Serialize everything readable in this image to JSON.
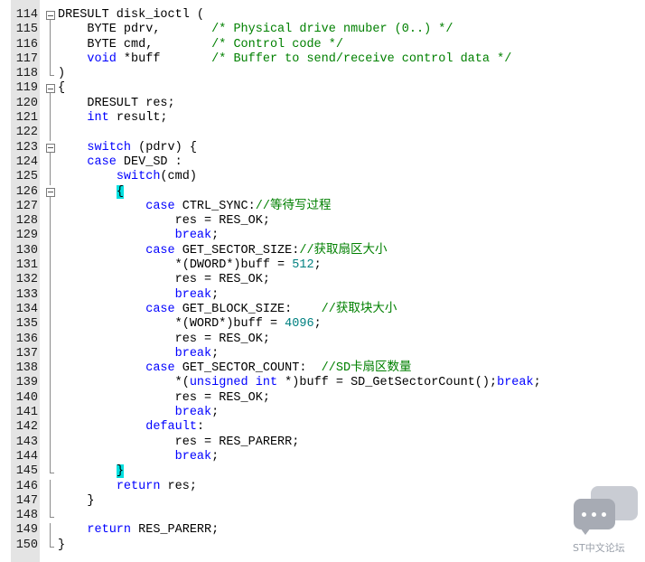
{
  "editor": {
    "lines": [
      {
        "num": "114",
        "fold": "box",
        "segments": [
          {
            "t": "DRESULT disk_ioctl (",
            "c": "pl"
          }
        ]
      },
      {
        "num": "115",
        "fold": "line",
        "segments": [
          {
            "t": "    BYTE pdrv,       ",
            "c": "pl"
          },
          {
            "t": "/* Physical drive nmuber (0..) */",
            "c": "cm"
          }
        ]
      },
      {
        "num": "116",
        "fold": "line",
        "segments": [
          {
            "t": "    BYTE cmd,        ",
            "c": "pl"
          },
          {
            "t": "/* Control code */",
            "c": "cm"
          }
        ]
      },
      {
        "num": "117",
        "fold": "line",
        "segments": [
          {
            "t": "    ",
            "c": "pl"
          },
          {
            "t": "void",
            "c": "kw"
          },
          {
            "t": " *buff       ",
            "c": "pl"
          },
          {
            "t": "/* Buffer to send/receive control data */",
            "c": "cm"
          }
        ]
      },
      {
        "num": "118",
        "fold": "end",
        "segments": [
          {
            "t": ")",
            "c": "pl"
          }
        ]
      },
      {
        "num": "119",
        "fold": "box",
        "segments": [
          {
            "t": "{",
            "c": "pl"
          }
        ]
      },
      {
        "num": "120",
        "fold": "line",
        "segments": [
          {
            "t": "    DRESULT res;",
            "c": "pl"
          }
        ]
      },
      {
        "num": "121",
        "fold": "line",
        "segments": [
          {
            "t": "    ",
            "c": "pl"
          },
          {
            "t": "int",
            "c": "kw"
          },
          {
            "t": " result;",
            "c": "pl"
          }
        ]
      },
      {
        "num": "122",
        "fold": "line",
        "segments": []
      },
      {
        "num": "123",
        "fold": "box",
        "segments": [
          {
            "t": "    ",
            "c": "pl"
          },
          {
            "t": "switch",
            "c": "kw"
          },
          {
            "t": " (pdrv) {",
            "c": "pl"
          }
        ]
      },
      {
        "num": "124",
        "fold": "line",
        "segments": [
          {
            "t": "    ",
            "c": "pl"
          },
          {
            "t": "case",
            "c": "kw"
          },
          {
            "t": " DEV_SD :",
            "c": "pl"
          }
        ]
      },
      {
        "num": "125",
        "fold": "line",
        "segments": [
          {
            "t": "        ",
            "c": "pl"
          },
          {
            "t": "switch",
            "c": "kw"
          },
          {
            "t": "(cmd)",
            "c": "pl"
          }
        ]
      },
      {
        "num": "126",
        "fold": "box",
        "segments": [
          {
            "t": "        ",
            "c": "pl"
          },
          {
            "t": "{",
            "c": "hl"
          }
        ]
      },
      {
        "num": "127",
        "fold": "line",
        "segments": [
          {
            "t": "            ",
            "c": "pl"
          },
          {
            "t": "case",
            "c": "kw"
          },
          {
            "t": " CTRL_SYNC:",
            "c": "pl"
          },
          {
            "t": "//等待写过程",
            "c": "cm"
          }
        ]
      },
      {
        "num": "128",
        "fold": "line",
        "segments": [
          {
            "t": "                res = RES_OK;",
            "c": "pl"
          }
        ]
      },
      {
        "num": "129",
        "fold": "line",
        "segments": [
          {
            "t": "                ",
            "c": "pl"
          },
          {
            "t": "break",
            "c": "kw"
          },
          {
            "t": ";",
            "c": "pl"
          }
        ]
      },
      {
        "num": "130",
        "fold": "line",
        "segments": [
          {
            "t": "            ",
            "c": "pl"
          },
          {
            "t": "case",
            "c": "kw"
          },
          {
            "t": " GET_SECTOR_SIZE:",
            "c": "pl"
          },
          {
            "t": "//获取扇区大小",
            "c": "cm"
          }
        ]
      },
      {
        "num": "131",
        "fold": "line",
        "segments": [
          {
            "t": "                *(DWORD*)buff = ",
            "c": "pl"
          },
          {
            "t": "512",
            "c": "num"
          },
          {
            "t": ";",
            "c": "pl"
          }
        ]
      },
      {
        "num": "132",
        "fold": "line",
        "segments": [
          {
            "t": "                res = RES_OK;",
            "c": "pl"
          }
        ]
      },
      {
        "num": "133",
        "fold": "line",
        "segments": [
          {
            "t": "                ",
            "c": "pl"
          },
          {
            "t": "break",
            "c": "kw"
          },
          {
            "t": ";",
            "c": "pl"
          }
        ]
      },
      {
        "num": "134",
        "fold": "line",
        "segments": [
          {
            "t": "            ",
            "c": "pl"
          },
          {
            "t": "case",
            "c": "kw"
          },
          {
            "t": " GET_BLOCK_SIZE:    ",
            "c": "pl"
          },
          {
            "t": "//获取块大小",
            "c": "cm"
          }
        ]
      },
      {
        "num": "135",
        "fold": "line",
        "segments": [
          {
            "t": "                *(WORD*)buff = ",
            "c": "pl"
          },
          {
            "t": "4096",
            "c": "num"
          },
          {
            "t": ";",
            "c": "pl"
          }
        ]
      },
      {
        "num": "136",
        "fold": "line",
        "segments": [
          {
            "t": "                res = RES_OK;",
            "c": "pl"
          }
        ]
      },
      {
        "num": "137",
        "fold": "line",
        "segments": [
          {
            "t": "                ",
            "c": "pl"
          },
          {
            "t": "break",
            "c": "kw"
          },
          {
            "t": ";",
            "c": "pl"
          }
        ]
      },
      {
        "num": "138",
        "fold": "line",
        "segments": [
          {
            "t": "            ",
            "c": "pl"
          },
          {
            "t": "case",
            "c": "kw"
          },
          {
            "t": " GET_SECTOR_COUNT:  ",
            "c": "pl"
          },
          {
            "t": "//SD卡扇区数量",
            "c": "cm"
          }
        ]
      },
      {
        "num": "139",
        "fold": "line",
        "segments": [
          {
            "t": "                *(",
            "c": "pl"
          },
          {
            "t": "unsigned",
            "c": "kw"
          },
          {
            "t": " ",
            "c": "pl"
          },
          {
            "t": "int",
            "c": "kw"
          },
          {
            "t": " *)buff = SD_GetSectorCount();",
            "c": "pl"
          },
          {
            "t": "break",
            "c": "kw"
          },
          {
            "t": ";",
            "c": "pl"
          }
        ]
      },
      {
        "num": "140",
        "fold": "line",
        "segments": [
          {
            "t": "                res = RES_OK;",
            "c": "pl"
          }
        ]
      },
      {
        "num": "141",
        "fold": "line",
        "segments": [
          {
            "t": "                ",
            "c": "pl"
          },
          {
            "t": "break",
            "c": "kw"
          },
          {
            "t": ";",
            "c": "pl"
          }
        ]
      },
      {
        "num": "142",
        "fold": "line",
        "segments": [
          {
            "t": "            ",
            "c": "pl"
          },
          {
            "t": "default",
            "c": "kw"
          },
          {
            "t": ":",
            "c": "pl"
          }
        ]
      },
      {
        "num": "143",
        "fold": "line",
        "segments": [
          {
            "t": "                res = RES_PARERR;",
            "c": "pl"
          }
        ]
      },
      {
        "num": "144",
        "fold": "line",
        "segments": [
          {
            "t": "                ",
            "c": "pl"
          },
          {
            "t": "break",
            "c": "kw"
          },
          {
            "t": ";",
            "c": "pl"
          }
        ]
      },
      {
        "num": "145",
        "fold": "end",
        "segments": [
          {
            "t": "        ",
            "c": "pl"
          },
          {
            "t": "}",
            "c": "hl"
          }
        ]
      },
      {
        "num": "146",
        "fold": "line",
        "segments": [
          {
            "t": "        ",
            "c": "pl"
          },
          {
            "t": "return",
            "c": "kw"
          },
          {
            "t": " res;",
            "c": "pl"
          }
        ]
      },
      {
        "num": "147",
        "fold": "line",
        "segments": [
          {
            "t": "    }",
            "c": "pl"
          }
        ]
      },
      {
        "num": "148",
        "fold": "end",
        "segments": []
      },
      {
        "num": "149",
        "fold": "line",
        "segments": [
          {
            "t": "    ",
            "c": "pl"
          },
          {
            "t": "return",
            "c": "kw"
          },
          {
            "t": " RES_PARERR;",
            "c": "pl"
          }
        ]
      },
      {
        "num": "150",
        "fold": "end",
        "segments": [
          {
            "t": "}",
            "c": "pl"
          }
        ]
      }
    ]
  },
  "colors": {
    "keyword": "#0000ff",
    "comment": "#008000",
    "number": "#008080",
    "brace_highlight": "#00e0e0",
    "gutter": "#e4e4e4"
  },
  "watermark": {
    "text": "ST中文论坛",
    "icon": "chat-bubbles-icon"
  }
}
